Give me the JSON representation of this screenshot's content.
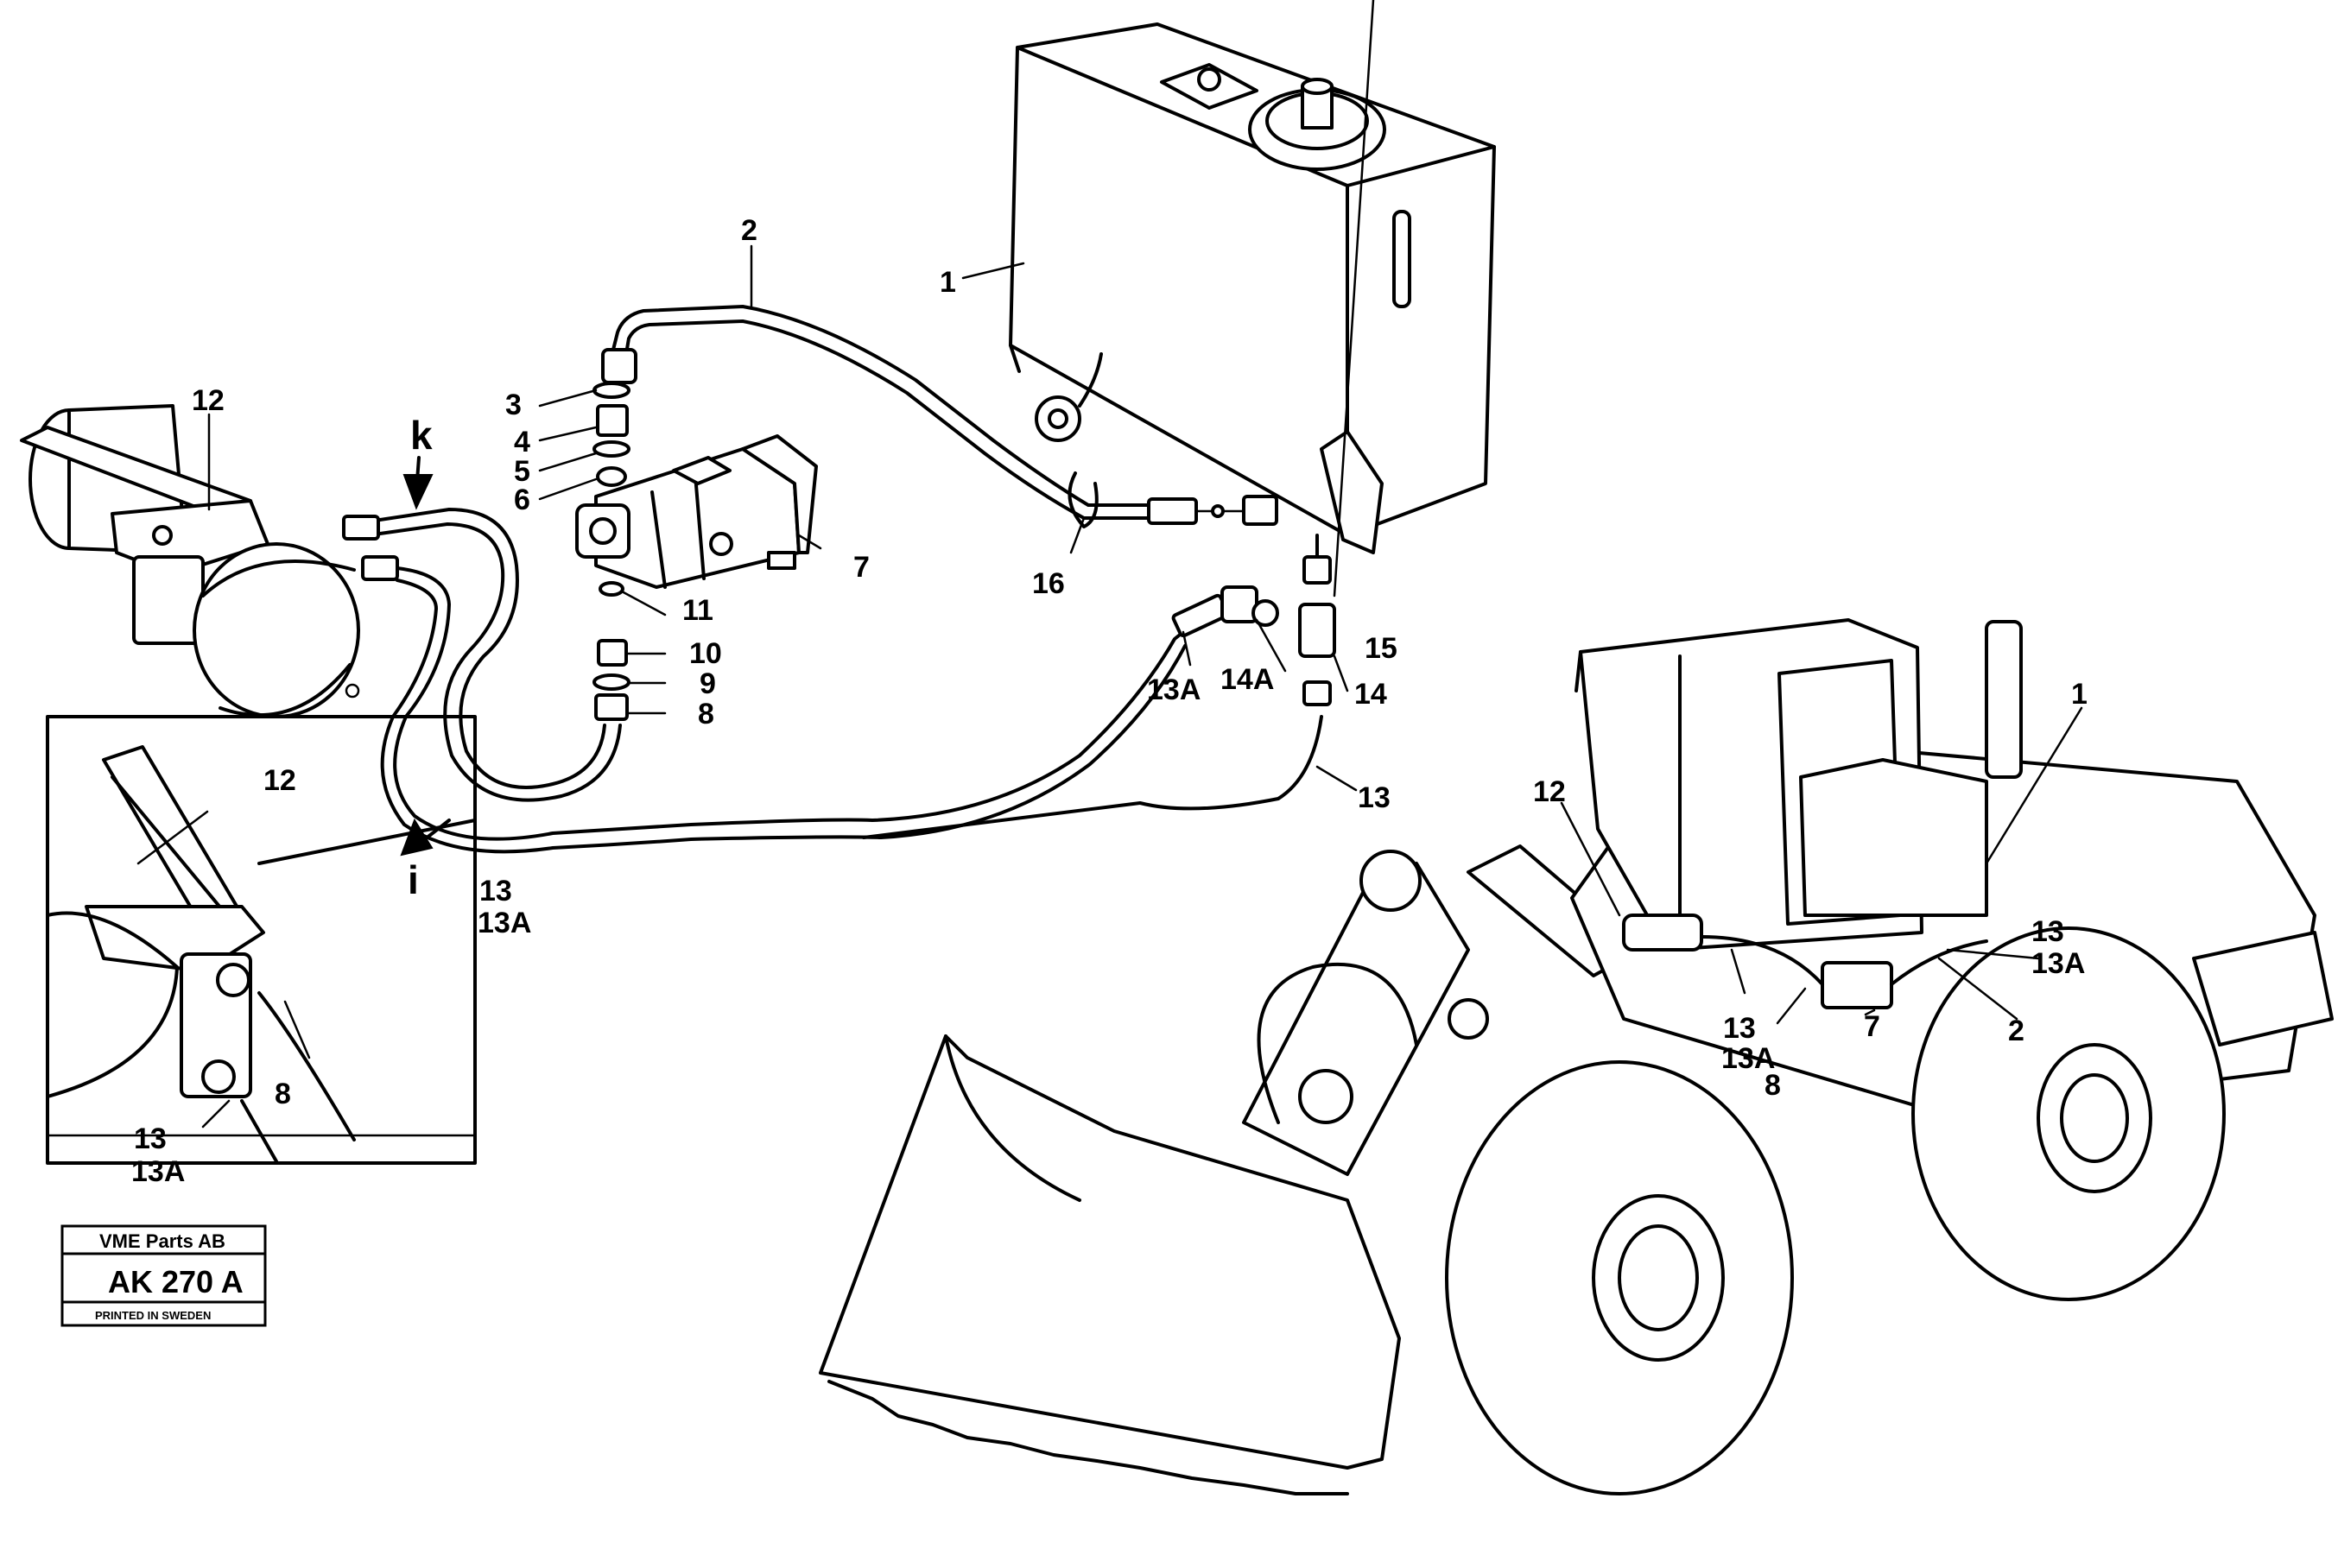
{
  "labels": {
    "l1": "1",
    "l1b": "1",
    "l2": "2",
    "l2b": "2",
    "l3": "3",
    "l4": "4",
    "l5": "5",
    "l6": "6",
    "l7": "7",
    "l7b": "7",
    "l8": "8",
    "l8b": "8",
    "l8c": "8",
    "l9": "9",
    "l10": "10",
    "l11": "11",
    "l12": "12",
    "l12b": "12",
    "l12c": "12",
    "l13": "13",
    "l13a": "13",
    "l13aa": "13A",
    "l13b": "13",
    "l13ba": "13A",
    "l13c": "13",
    "l13ca": "13A",
    "l13d": "13",
    "l13da": "13A",
    "l13A": "13A",
    "l14": "14",
    "l14A": "14A",
    "l15": "15",
    "l16": "16",
    "k": "k",
    "i": "i"
  },
  "stamp": {
    "company": "VME Parts AB",
    "code": "AK 270 A",
    "printed": "PRINTED IN SWEDEN"
  }
}
